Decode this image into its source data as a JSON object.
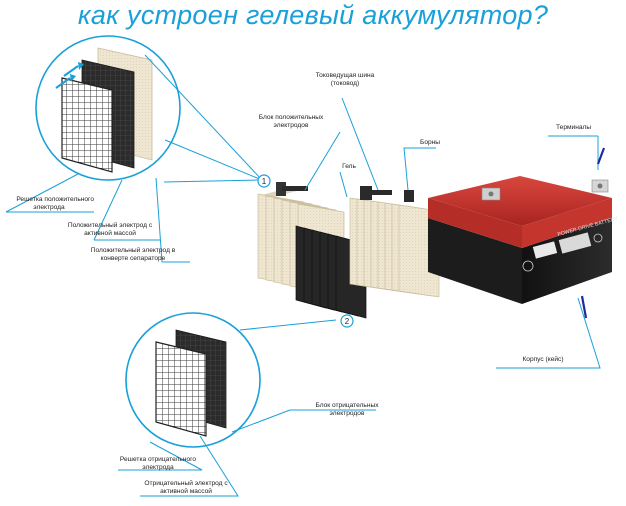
{
  "title": "как устроен гелевый аккумулятор?",
  "labels": {
    "busbar_line1": "Токоведущая шина",
    "busbar_line2": "(токовод)",
    "positive_block_line1": "Блок положительных",
    "positive_block_line2": "электродов",
    "gel": "Гель",
    "terminals_posts": "Борны",
    "terminals": "Терминалы",
    "pos_grid_line1": "Решетка положительного",
    "pos_grid_line2": "электрода",
    "pos_active_line1": "Положительный электрод с",
    "pos_active_line2": "активной массой",
    "pos_envelope_line1": "Положительный электрод в",
    "pos_envelope_line2": "конверте сепараторе",
    "case": "Корпус (кейс)",
    "negative_block_line1": "Блок отрицательных",
    "negative_block_line2": "электродов",
    "neg_grid_line1": "Решетка отрицательного",
    "neg_grid_line2": "электрода",
    "neg_active_line1": "Отрицательный электрод с",
    "neg_active_line2": "активной массой"
  },
  "callouts": {
    "one": "1",
    "two": "2"
  },
  "battery": {
    "brand": "POWER-DRIVE BATTERY"
  },
  "colors": {
    "accent": "#1aa0d8",
    "battery_lid": "#c8302a",
    "battery_body": "#1b1b1b",
    "separator": "#efe6d2",
    "electrode_dark": "#2a2a2a"
  }
}
